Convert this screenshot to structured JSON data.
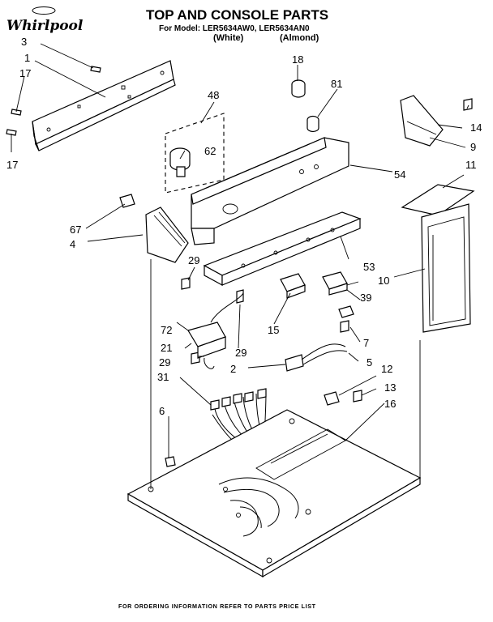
{
  "brand": {
    "logo_text": "Whirlpool"
  },
  "header": {
    "title": "TOP AND CONSOLE PARTS",
    "model_line": "For Model: LER5634AW0, LER5634AN0",
    "variant_white": "(White)",
    "variant_almond": "(Almond)"
  },
  "callouts": {
    "c1": "1",
    "c2": "2",
    "c3": "3",
    "c4": "4",
    "c5": "5",
    "c6": "6",
    "c7": "7",
    "c9": "9",
    "c10": "10",
    "c11": "11",
    "c12": "12",
    "c13": "13",
    "c14": "14",
    "c15": "15",
    "c16": "16",
    "c17a": "17",
    "c17b": "17",
    "c18": "18",
    "c21": "21",
    "c29a": "29",
    "c29b": "29",
    "c29c": "29",
    "c31": "31",
    "c39": "39",
    "c48": "48",
    "c53": "53",
    "c54": "54",
    "c62": "62",
    "c67": "67",
    "c72": "72",
    "c81": "81"
  },
  "footer": {
    "note": "FOR ORDERING INFORMATION REFER TO PARTS PRICE LIST"
  }
}
